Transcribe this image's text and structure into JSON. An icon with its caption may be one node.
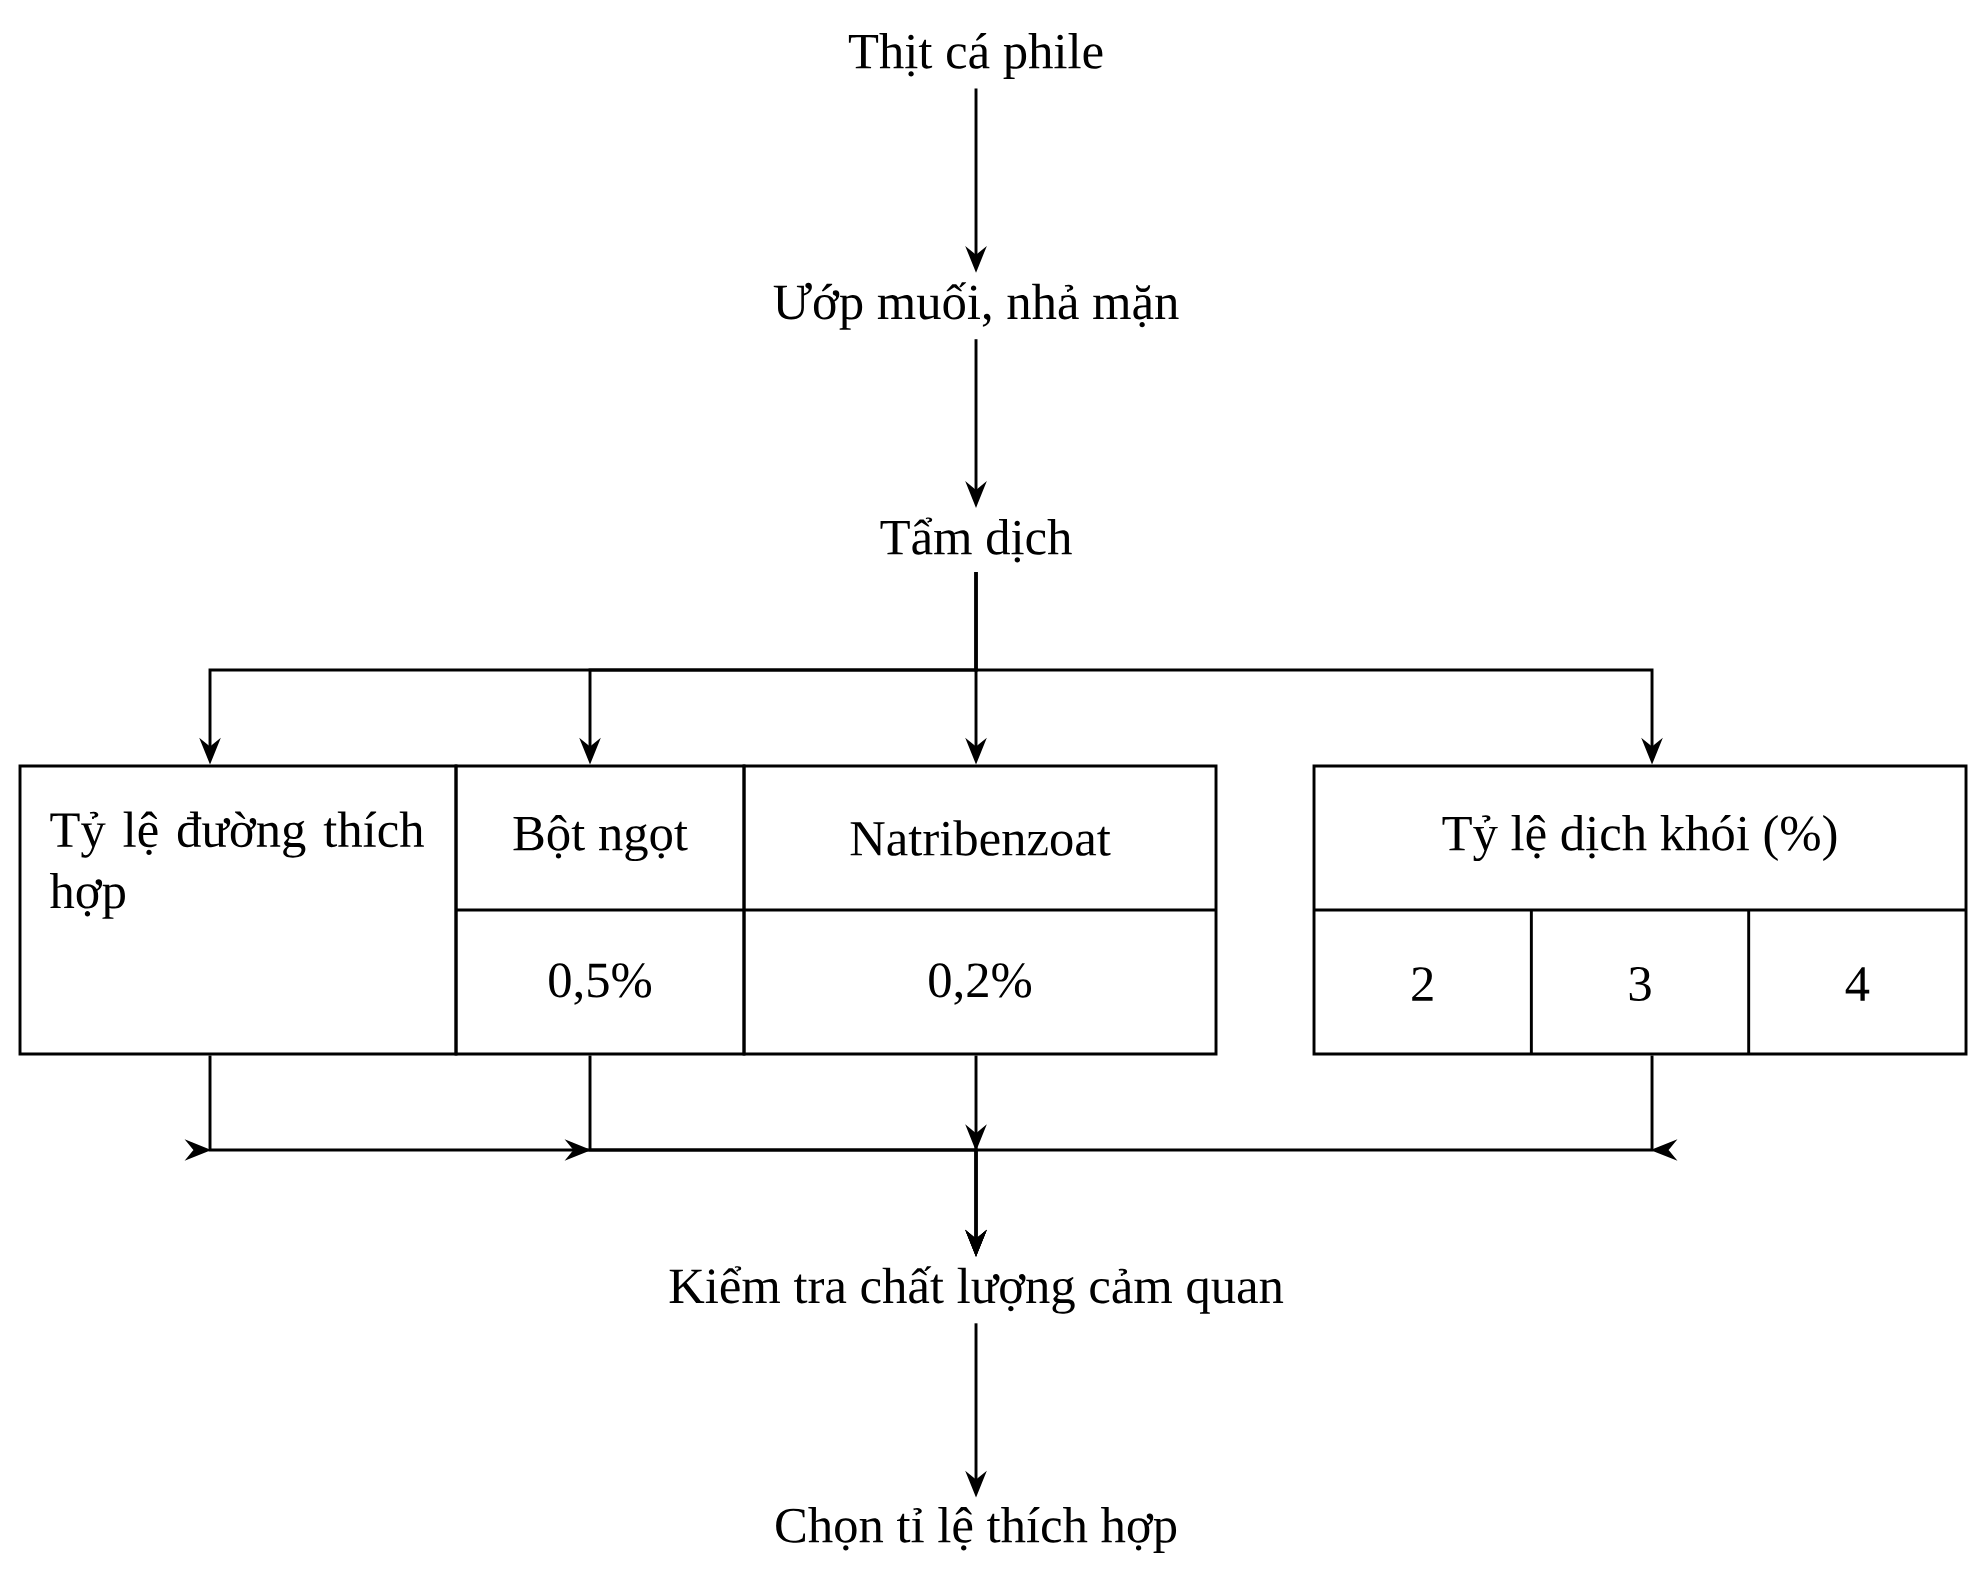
{
  "diagram": {
    "nodes": [
      {
        "text": [
          "Thịt cá phile"
        ]
      },
      {
        "text": [
          "Ướp muối, nhả mặn"
        ]
      },
      {
        "text": [
          "Tẩm dịch"
        ]
      },
      {
        "text": [
          "Tỷ lệ đường thích hợp"
        ]
      },
      {
        "text": [
          "Bột ngọt",
          "0,5%"
        ]
      },
      {
        "text": [
          "Natribenzoat",
          "0,2%"
        ]
      },
      {
        "text": [
          "Tỷ lệ dịch khói (%)",
          "2",
          "3",
          "4"
        ]
      },
      {
        "text": [
          "Kiểm tra chất lượng cảm quan"
        ]
      },
      {
        "text": [
          "Chọn tỉ lệ thích hợp"
        ]
      }
    ],
    "edges": [
      {
        "from": 0,
        "to": 1,
        "arrow": "to"
      },
      {
        "from": 1,
        "to": 2,
        "arrow": "to"
      },
      {
        "from": 2,
        "to": 3,
        "arrow": "to"
      },
      {
        "from": 2,
        "to": 4,
        "arrow": "to"
      },
      {
        "from": 2,
        "to": 5,
        "arrow": "to"
      },
      {
        "from": 2,
        "to": 6,
        "arrow": "to"
      },
      {
        "from": 3,
        "to": 7,
        "arrow": "to"
      },
      {
        "from": 4,
        "to": 7,
        "arrow": "to"
      },
      {
        "from": 5,
        "to": 7,
        "arrow": "to"
      },
      {
        "from": 6,
        "to": 7,
        "arrow": "to"
      },
      {
        "from": 7,
        "to": 8,
        "arrow": "to"
      }
    ]
  }
}
